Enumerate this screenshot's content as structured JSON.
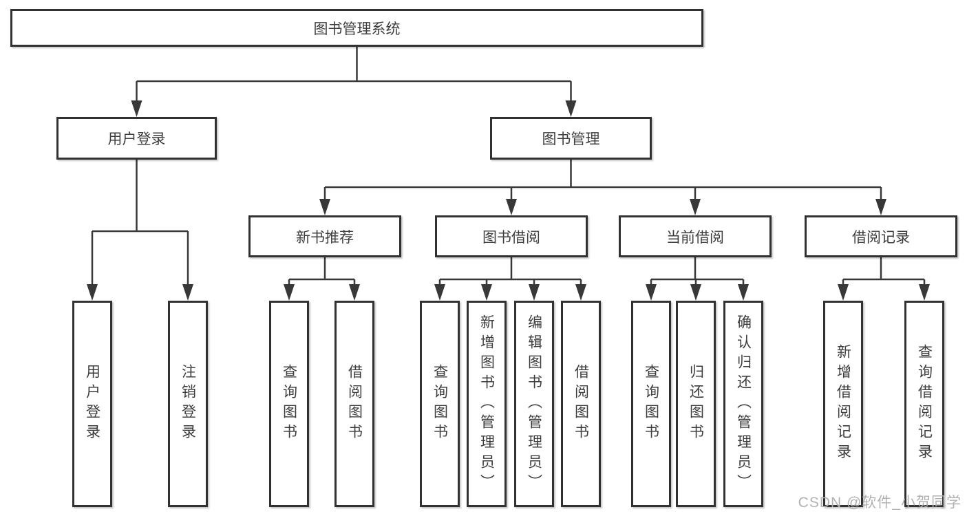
{
  "diagram": {
    "root": "图书管理系统",
    "user_login": {
      "label": "用户登录",
      "leaves": [
        "用户登录",
        "注销登录"
      ]
    },
    "book_management": {
      "label": "图书管理",
      "children": {
        "new_book": {
          "label": "新书推荐",
          "leaves": [
            "查询图书",
            "借阅图书"
          ]
        },
        "borrow": {
          "label": "图书借阅",
          "leaves": [
            "查询图书",
            "新增图书（管理员）",
            "编辑图书（管理员）",
            "借阅图书"
          ]
        },
        "current": {
          "label": "当前借阅",
          "leaves": [
            "查询图书",
            "归还图书",
            "确认归还（管理员）"
          ]
        },
        "records": {
          "label": "借阅记录",
          "leaves": [
            "新增借阅记录",
            "查询借阅记录"
          ]
        }
      }
    }
  },
  "watermark": "CSDN @软件_小贺同学",
  "colors": {
    "line": "#383838",
    "border": "#313131",
    "text": "#3d3d3d",
    "watermark": "#b1b1b1",
    "background": "#ffffff"
  }
}
